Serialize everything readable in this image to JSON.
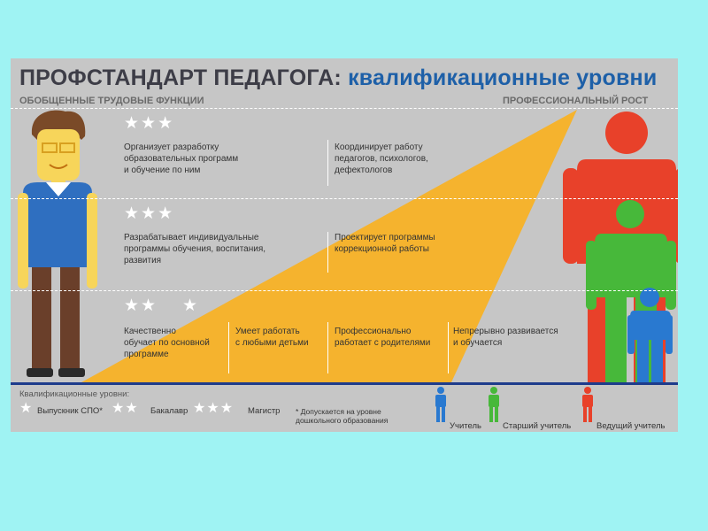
{
  "title": {
    "part1": "ПРОФСТАНДАРТ ПЕДАГОГА:",
    "part2": "квалификационные уровни"
  },
  "header_left": "ОБОБЩЕННЫЕ ТРУДОВЫЕ ФУНКЦИИ",
  "header_right": "ПРОФЕССИОНАЛЬНЫЙ РОСТ",
  "levels": [
    {
      "stars": "★★★",
      "items": [
        "Организует разработку\nобразовательных программ\nи обучение по ним",
        "Координирует работу\nпедагогов, психологов,\nдефектологов"
      ]
    },
    {
      "stars": "★★★",
      "items": [
        "Разрабатывает индивидуальные\nпрограммы обучения, воспитания,\nразвития",
        "Проектирует программы\nкоррекционной работы"
      ]
    },
    {
      "stars_a": "★★",
      "stars_b": "★",
      "items": [
        "Качественно\nобучает по основной\nпрограмме",
        "Умеет работать\nс любыми детьми",
        "Профессионально\nработает с родителями",
        "Непрерывно развивается\nи обучается"
      ]
    }
  ],
  "legend": {
    "title": "Квалификационные уровни:",
    "items": [
      {
        "stars": "★",
        "label": "Выпускник СПО*"
      },
      {
        "stars": "★★",
        "label": "Бакалавр"
      },
      {
        "stars": "★★★",
        "label": "Магистр"
      }
    ],
    "footnote": "* Допускается на уровне\nдошкольного образования"
  },
  "roles": [
    {
      "label": "Учитель",
      "color": "#2979d0"
    },
    {
      "label": "Старший учитель",
      "color": "#47b83a"
    },
    {
      "label": "Ведущий учитель",
      "color": "#e8412a"
    }
  ],
  "colors": {
    "triangle": "#f5b32e",
    "skin": "#f7d55a",
    "hair": "#7a4a28",
    "sweater": "#2f6fc0",
    "pants": "#6a3f2a",
    "baseline": "#1e3c8c"
  }
}
